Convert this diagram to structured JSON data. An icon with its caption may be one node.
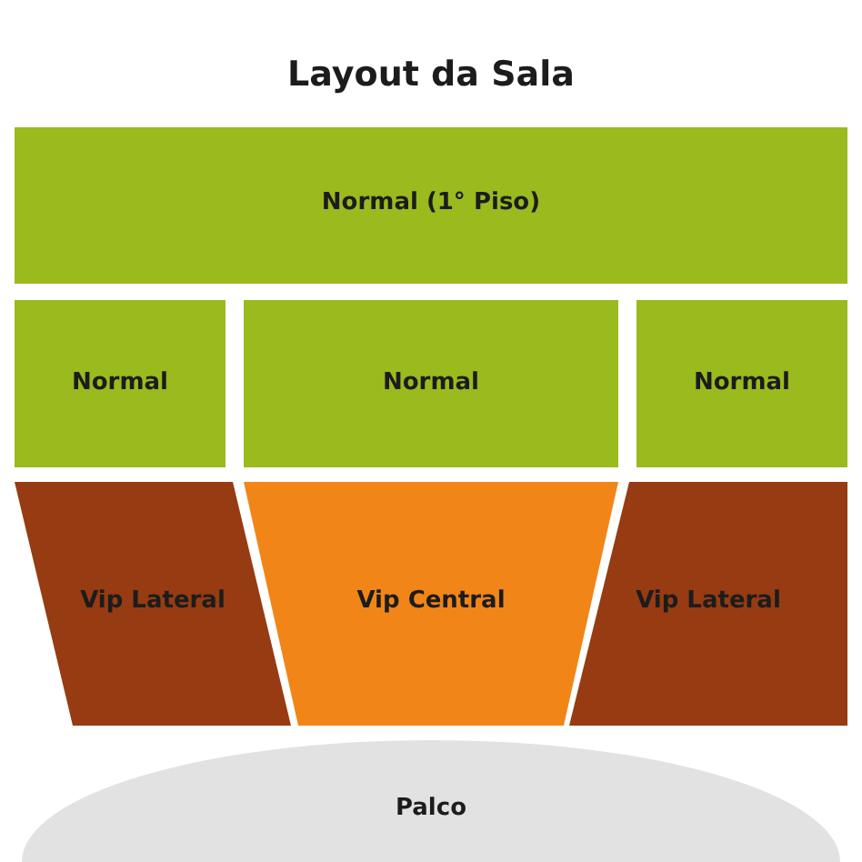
{
  "diagram": {
    "title": "Layout da Sala",
    "nodes": [
      {
        "text": [
          "Normal (1° Piso)"
        ]
      },
      {
        "text": [
          "Normal"
        ]
      },
      {
        "text": [
          "Normal"
        ]
      },
      {
        "text": [
          "Normal"
        ]
      },
      {
        "text": [
          "Vip Lateral"
        ]
      },
      {
        "text": [
          "Vip Central"
        ]
      },
      {
        "text": [
          "Vip Lateral"
        ]
      },
      {
        "text": [
          "Palco"
        ]
      }
    ],
    "edges": []
  }
}
